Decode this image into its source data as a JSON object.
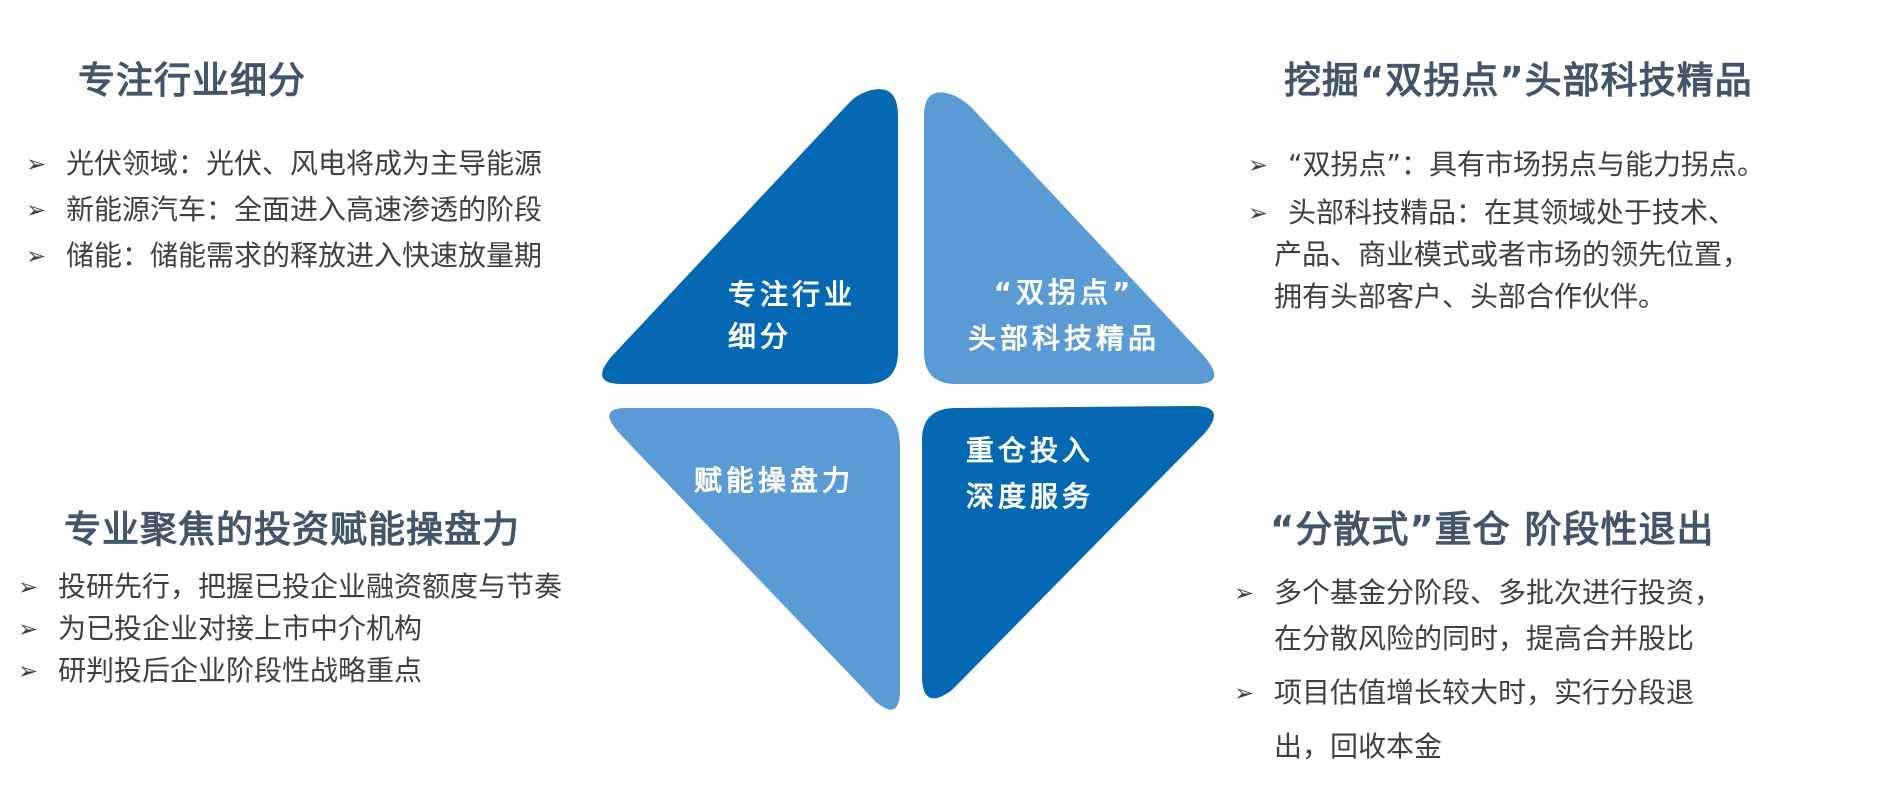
{
  "colors": {
    "dark_blue": "#0568b3",
    "light_blue": "#5b9bd5",
    "title": "#44546a",
    "body": "#404040"
  },
  "icons": {
    "bullet": "arrowhead-bullet-icon"
  },
  "diagram": {
    "quadrants": {
      "top_left": {
        "lines": [
          "专注行业",
          "细分"
        ]
      },
      "top_right": {
        "lines": [
          "“双拐点”",
          "头部科技精品"
        ]
      },
      "bottom_left": {
        "lines": [
          "赋能操盘力"
        ]
      },
      "bottom_right": {
        "lines": [
          "重仓投入",
          "深度服务"
        ]
      }
    }
  },
  "sections": {
    "top_left": {
      "title": "专注行业细分",
      "items": [
        "光伏领域：光伏、风电将成为主导能源",
        "新能源汽车：全面进入高速渗透的阶段",
        "储能：储能需求的释放进入快速放量期"
      ]
    },
    "top_right": {
      "title": "挖掘“双拐点”头部科技精品",
      "items": [
        {
          "lines": [
            "“双拐点”：具有市场拐点与能力拐点。"
          ]
        },
        {
          "lines": [
            "头部科技精品：在其领域处于技术、",
            "产品、商业模式或者市场的领先位置，",
            "拥有头部客户、头部合作伙伴。"
          ]
        }
      ]
    },
    "bottom_left": {
      "title": "专业聚焦的投资赋能操盘力",
      "items": [
        "投研先行，把握已投企业融资额度与节奏",
        "为已投企业对接上市中介机构",
        "研判投后企业阶段性战略重点"
      ]
    },
    "bottom_right": {
      "title": "“分散式”重仓  阶段性退出",
      "items": [
        {
          "lines": [
            "多个基金分阶段、多批次进行投资，",
            "在分散风险的同时，提高合并股比"
          ]
        },
        {
          "lines": [
            "项目估值增长较大时，实行分段退",
            "出，回收本金"
          ]
        }
      ]
    }
  }
}
